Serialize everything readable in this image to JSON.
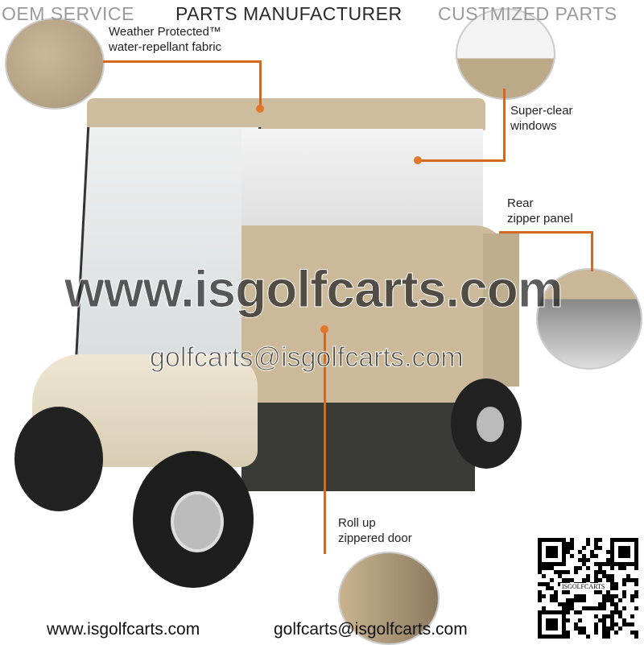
{
  "header": {
    "items": [
      "OEM SERVICE",
      "PARTS MANUFACTURER",
      "CUSTMIZED PARTS"
    ]
  },
  "callouts": {
    "fabric": {
      "line1": "Weather Protected™",
      "line2": "water-repellant fabric"
    },
    "windows": {
      "line1": "Super-clear",
      "line2": "windows"
    },
    "rear": {
      "line1": "Rear",
      "line2": "zipper panel"
    },
    "door": {
      "line1": "Roll up",
      "line2": "zippered door"
    }
  },
  "watermark": {
    "site": "www.isgolfcarts.com",
    "email": "golfcarts@isgolfcarts.com"
  },
  "qr": {
    "caption": "ISGOLFCARTS"
  },
  "footer": {
    "site": "www.isgolfcarts.com",
    "email": "golfcarts@isgolfcarts.com"
  },
  "colors": {
    "accent": "#d2691e",
    "tan": "#cbbb9a",
    "dark": "#3a3a36"
  }
}
